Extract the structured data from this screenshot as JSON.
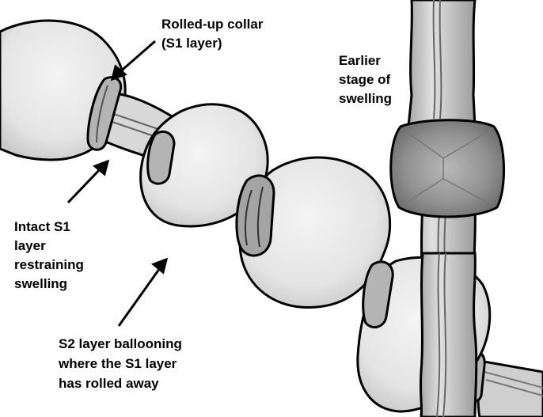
{
  "labels": {
    "rolled_up_collar": [
      "Rolled-up collar",
      "(S1 layer)"
    ],
    "earlier_stage": [
      "Earlier",
      "stage of",
      "swelling"
    ],
    "intact_s1": [
      "Intact S1",
      "layer",
      "restraining",
      "swelling"
    ],
    "s2_ballooning": [
      "S2 layer ballooning",
      "where the S1 layer",
      "has rolled away"
    ]
  },
  "colors": {
    "balloon_fill": "#e6e6e6",
    "fiber_fill": "#d8d8d8",
    "collar_fill": "#b4b4b4",
    "swelling_fill": "#8c8c8c",
    "stroke": "#000000"
  }
}
